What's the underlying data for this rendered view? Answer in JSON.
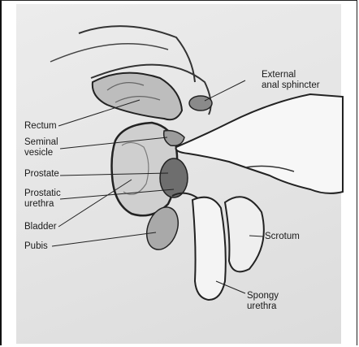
{
  "diagram": {
    "labels": {
      "external_anal_sphincter": "External\nanal sphincter",
      "rectum": "Rectum",
      "seminal_vesicle": "Seminal\nvesicle",
      "prostate": "Prostate",
      "prostatic_urethra": "Prostatic\nurethra",
      "bladder": "Bladder",
      "pubis": "Pubis",
      "scrotum": "Scrotum",
      "spongy_urethra": "Spongy\nurethra"
    }
  }
}
